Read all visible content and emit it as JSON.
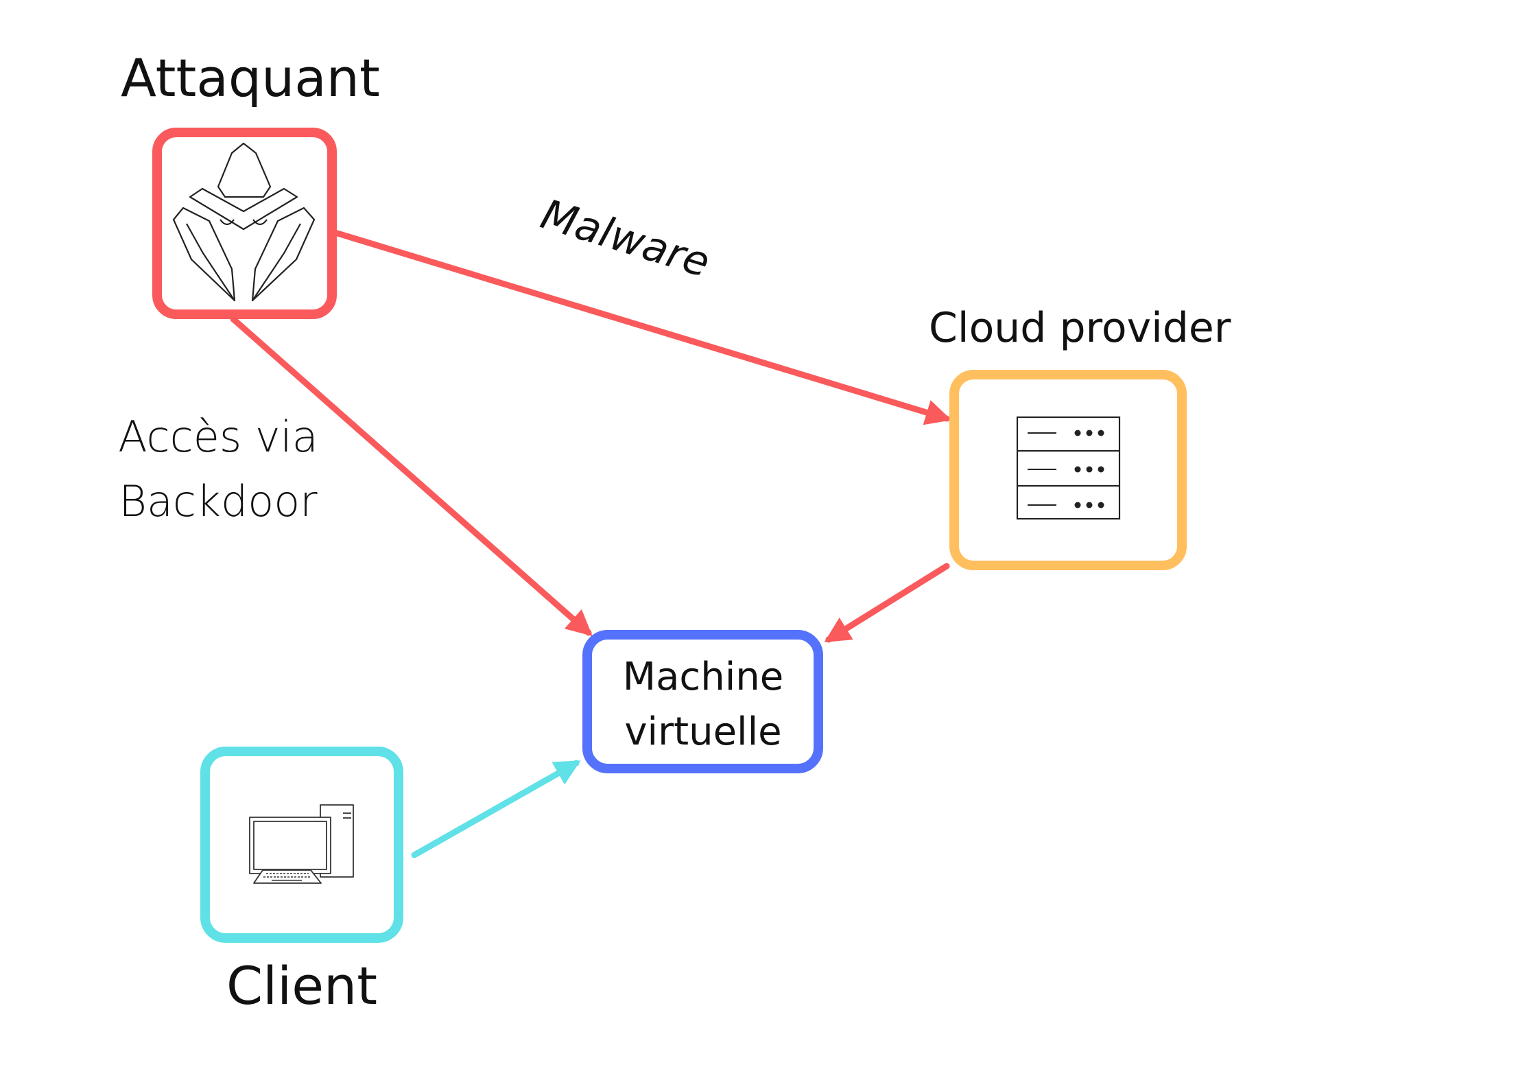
{
  "nodes": {
    "attacker": {
      "label": "Attaquant",
      "icon": "hacker-icon",
      "color": "#fa5a5b"
    },
    "cloud": {
      "label": "Cloud provider",
      "icon": "server-rack-icon",
      "color": "#ffbf5f"
    },
    "vm": {
      "label_line1": "Machine",
      "label_line2": "virtuelle",
      "color": "#5472fc"
    },
    "client": {
      "label": "Client",
      "icon": "desktop-computer-icon",
      "color": "#5fe1e7"
    }
  },
  "edges": {
    "malware": {
      "label": "Malware",
      "color": "#fa5a5b"
    },
    "backdoor": {
      "label_line1": "Accès via",
      "label_line2": "Backdoor",
      "color": "#fa5a5b"
    },
    "cloud_to_vm": {
      "color": "#fa5a5b"
    },
    "client_to_vm": {
      "color": "#5fe1e7"
    }
  }
}
